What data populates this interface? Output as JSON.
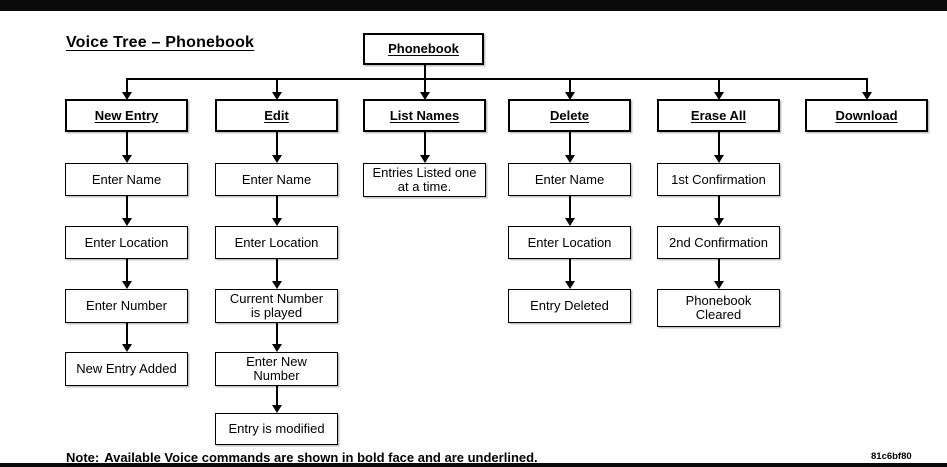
{
  "title": "Voice Tree – Phonebook",
  "root_label": "Phonebook",
  "branches": [
    {
      "label": "New Entry",
      "steps": [
        "Enter Name",
        "Enter Location",
        "Enter Number",
        "New Entry Added"
      ]
    },
    {
      "label": "Edit",
      "steps": [
        "Enter Name",
        "Enter Location",
        "Current Number\nis played",
        "Enter New\nNumber",
        "Entry is modified"
      ]
    },
    {
      "label": "List Names",
      "steps": [
        "Entries Listed one\nat a time."
      ]
    },
    {
      "label": "Delete",
      "steps": [
        "Enter Name",
        "Enter Location",
        "Entry Deleted"
      ]
    },
    {
      "label": "Erase All",
      "steps": [
        "1st Confirmation",
        "2nd Confirmation",
        "Phonebook\nCleared"
      ]
    },
    {
      "label": "Download",
      "steps": []
    }
  ],
  "note": {
    "label": "Note:",
    "text": "Available Voice commands are shown in bold face and are underlined."
  },
  "figure_code": "81c6bf80",
  "colors": {
    "ink": "#000000",
    "background": "#ffffff"
  }
}
